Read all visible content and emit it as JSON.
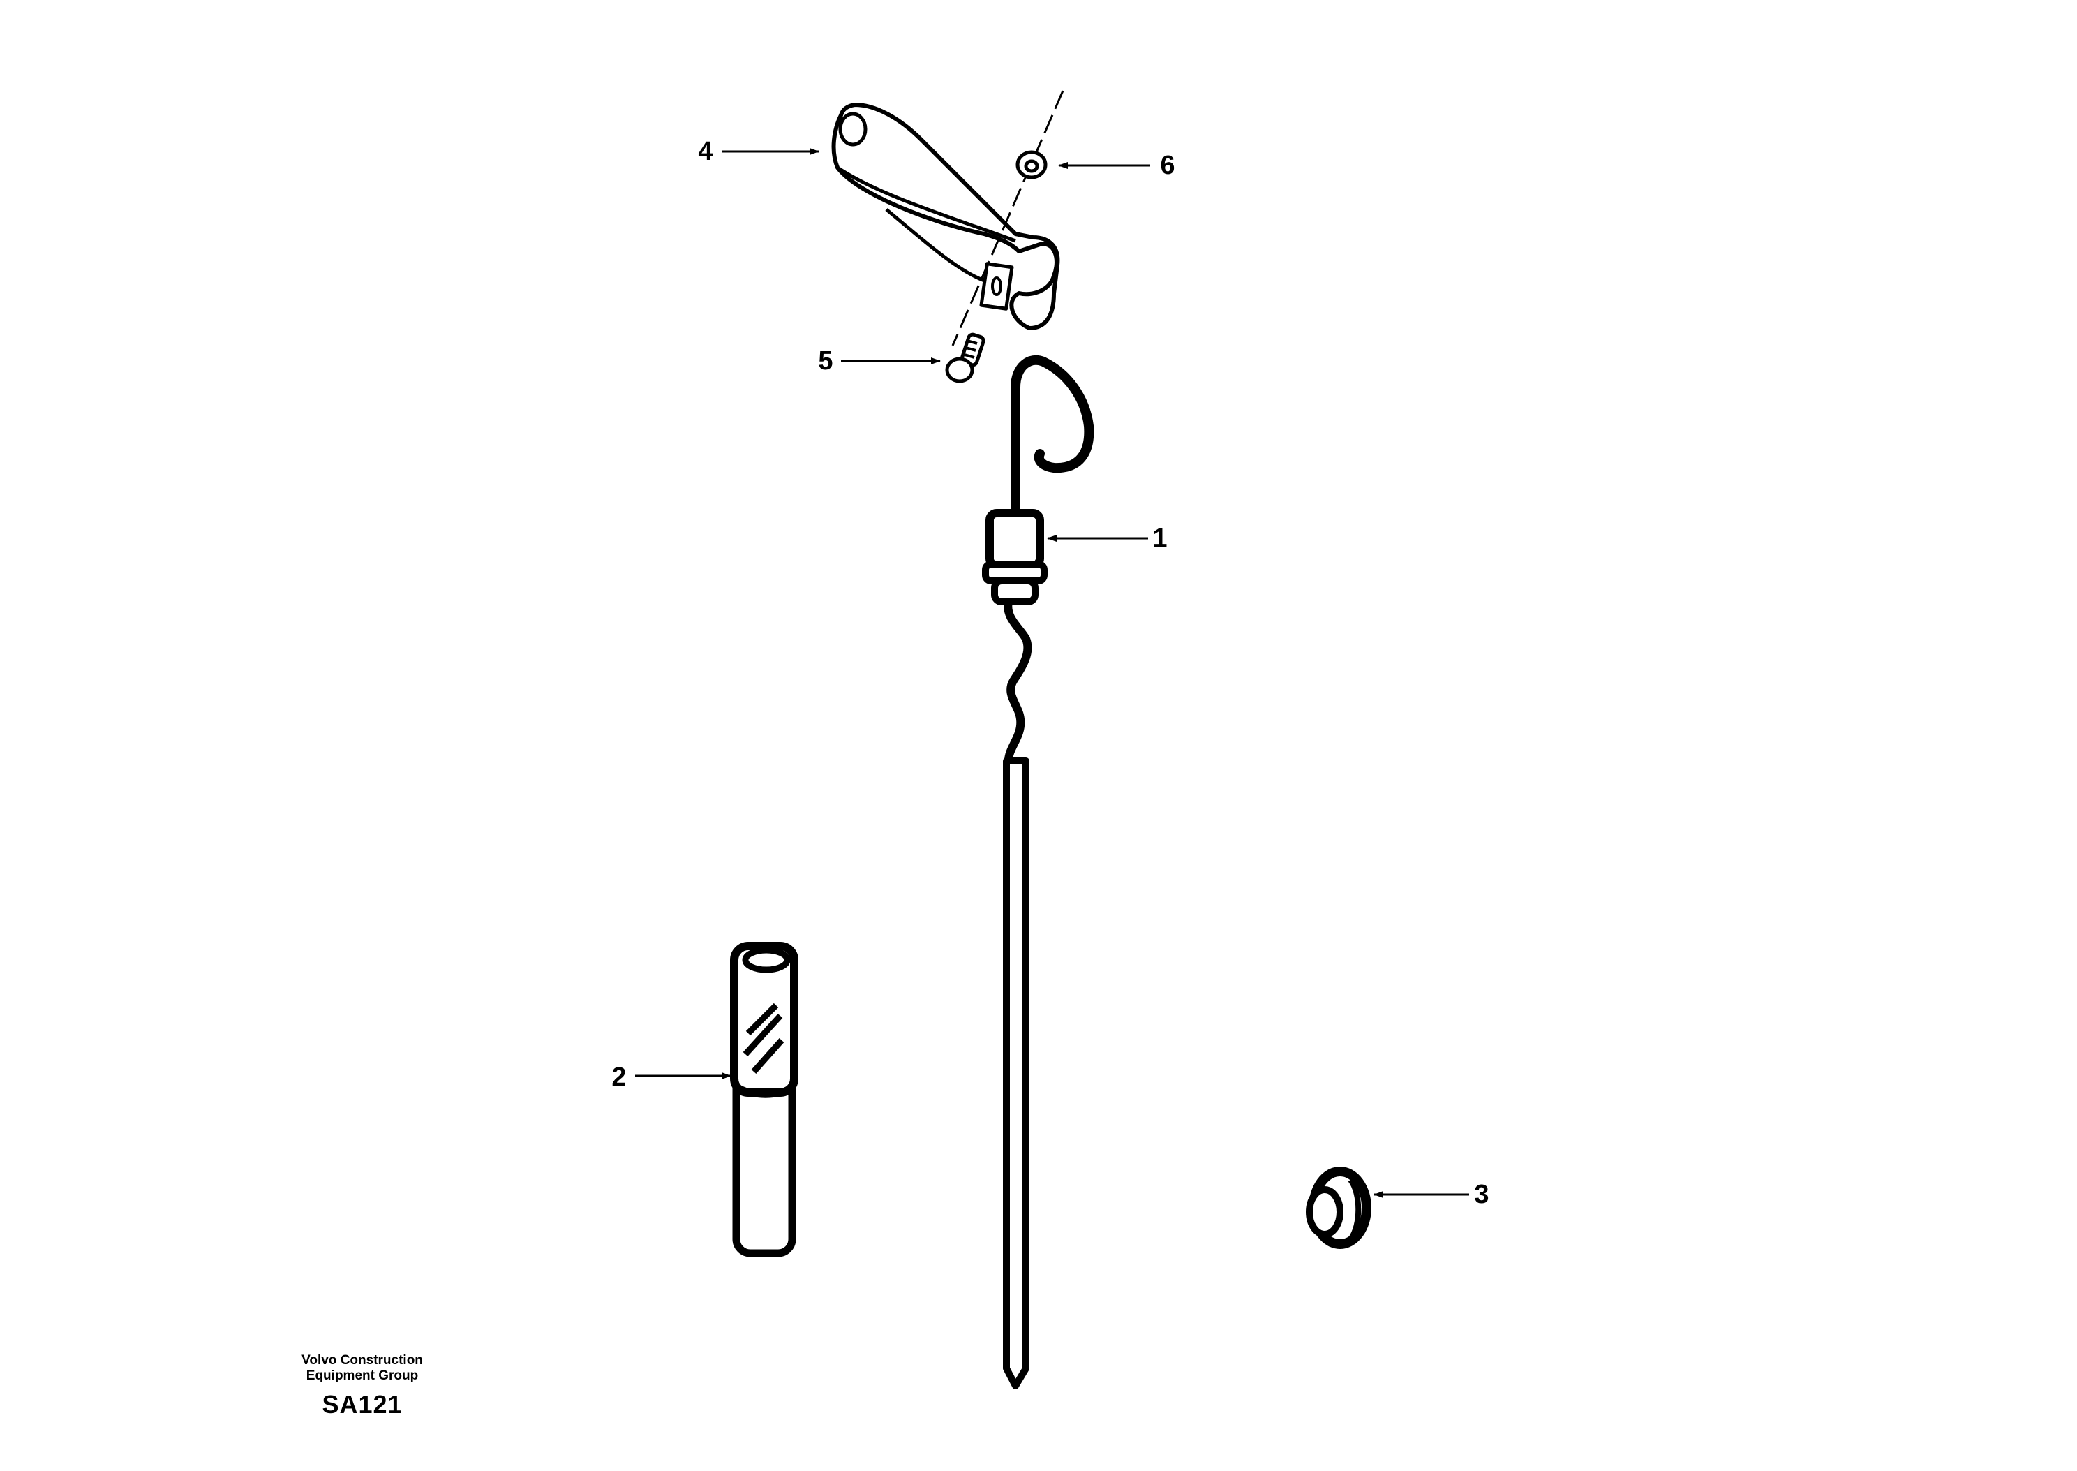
{
  "diagram": {
    "type": "exploded-parts-illustration",
    "stroke_color": "#000000",
    "background_color": "#ffffff",
    "callouts": [
      {
        "id": "1",
        "label": "1",
        "part": "dipstick"
      },
      {
        "id": "2",
        "label": "2",
        "part": "guide-tube"
      },
      {
        "id": "3",
        "label": "3",
        "part": "sealing-ring"
      },
      {
        "id": "4",
        "label": "4",
        "part": "bracket-clamp"
      },
      {
        "id": "5",
        "label": "5",
        "part": "screw"
      },
      {
        "id": "6",
        "label": "6",
        "part": "nut"
      }
    ]
  },
  "footer": {
    "org_line1": "Volvo Construction",
    "org_line2": "Equipment Group",
    "code": "SA121"
  }
}
